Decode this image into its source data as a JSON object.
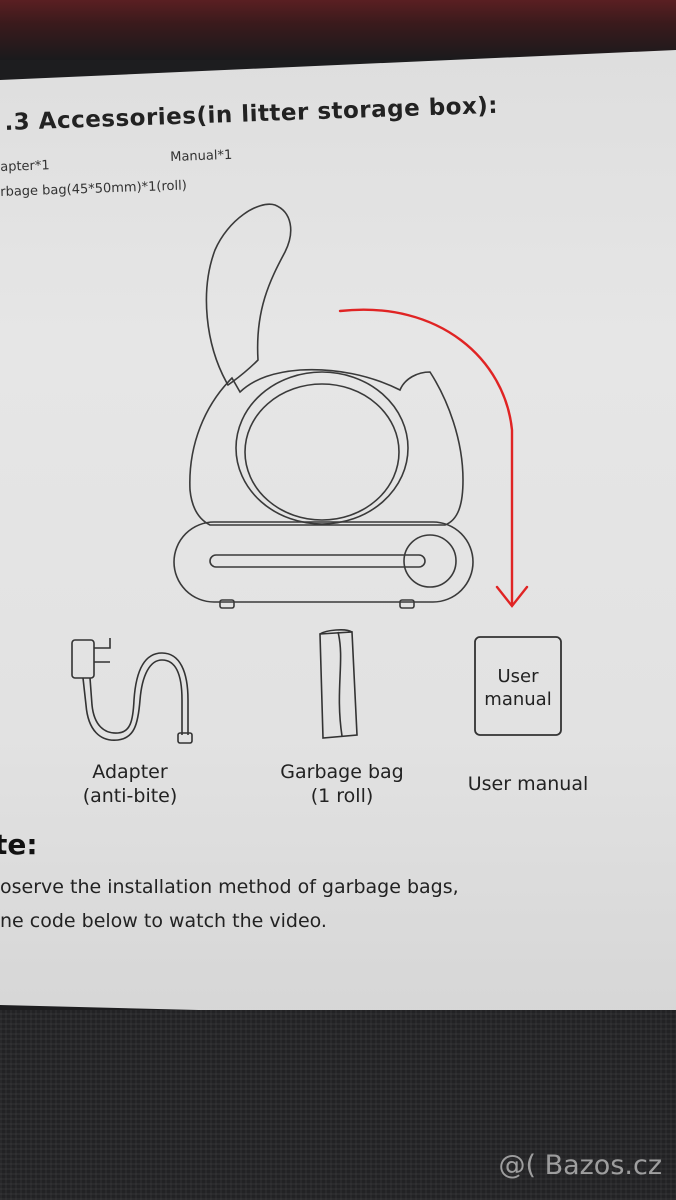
{
  "section": {
    "heading": ".3 Accessories(in litter storage box):",
    "items": [
      {
        "label": "apter*1"
      },
      {
        "label": "Manual*1"
      },
      {
        "label": "rbage bag(45*50mm)*1(roll)"
      }
    ]
  },
  "accessories": [
    {
      "line1": "Adapter",
      "line2": "(anti-bite)"
    },
    {
      "line1": "Garbage bag",
      "line2": "(1 roll)"
    },
    {
      "line1": "User manual",
      "line2": ""
    }
  ],
  "manual_box_text": {
    "line1": "User",
    "line2": "manual"
  },
  "note": {
    "title": "te:",
    "lines": [
      "oserve the installation method of garbage bags,",
      "ne code below to watch the video."
    ]
  },
  "watermark": "@( Bazos.cz",
  "colors": {
    "arrow": "#e02424",
    "ink": "#3a3a3a"
  }
}
